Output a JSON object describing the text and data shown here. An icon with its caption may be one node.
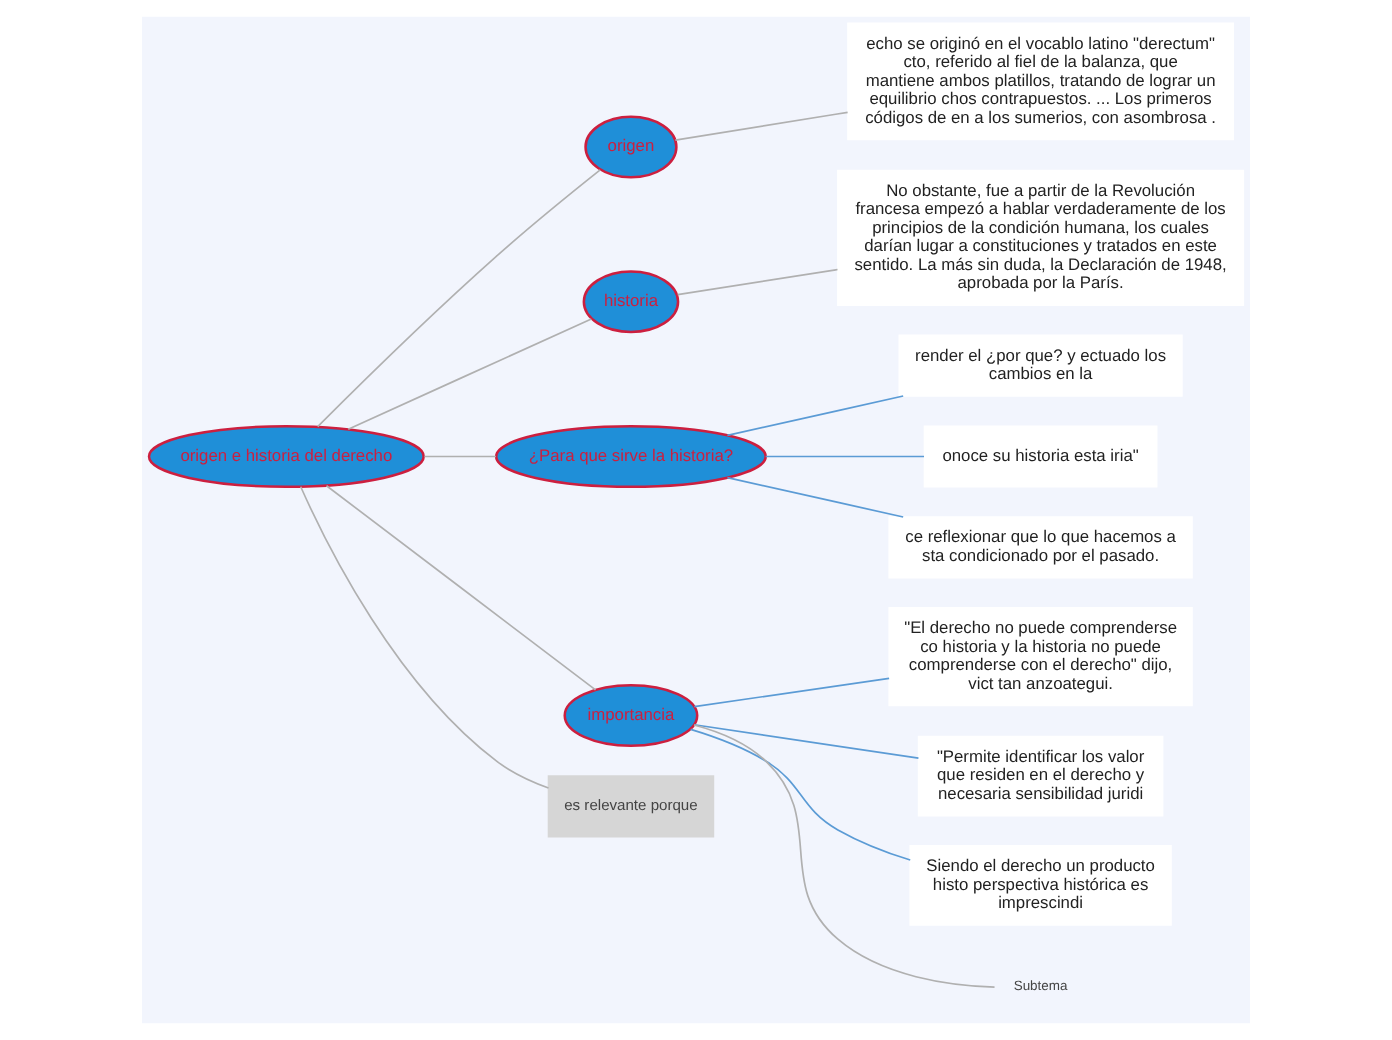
{
  "diagram": {
    "nodes": [
      {
        "text": [
          "origen e historia del derecho"
        ]
      },
      {
        "text": [
          "origen"
        ]
      },
      {
        "text": [
          "echo se originó en el vocablo latino \"derectum\" cto, referido al fiel de la balanza, que mantiene ambos platillos, tratando de lograr un equilibrio chos contrapuestos. ... Los primeros códigos de en a los sumerios, con asombrosa ."
        ]
      },
      {
        "text": [
          "historia"
        ]
      },
      {
        "text": [
          "No obstante, fue a partir de la Revolución francesa empezó a hablar verdaderamente de los principios de la condición humana, los cuales darían lugar a constituciones y tratados en este sentido. La más sin duda, la Declaración de 1948, aprobada por la París."
        ]
      },
      {
        "text": [
          "¿Para que sirve la historia?"
        ]
      },
      {
        "text": [
          "render el ¿por que? y ectuado los cambios en la"
        ]
      },
      {
        "text": [
          "onoce su historia esta iria\""
        ]
      },
      {
        "text": [
          "ce reflexionar que lo que hacemos a sta condicionado por el pasado."
        ]
      },
      {
        "text": [
          "importancia"
        ]
      },
      {
        "text": [
          "\"El derecho no puede comprenderse co historia y la historia no puede comprenderse con el derecho\" dijo, vict tan anzoategui."
        ]
      },
      {
        "text": [
          "\"Permite identificar los valor que residen en el derecho y necesaria sensibilidad juridi"
        ]
      },
      {
        "text": [
          "Siendo el derecho un producto histo perspectiva histórica es imprescindi"
        ]
      },
      {
        "text": [
          "Subtema"
        ]
      },
      {
        "text": [
          "es relevante porque"
        ]
      }
    ],
    "edges": [
      {
        "from": 0,
        "to": 1,
        "arrow": "none"
      },
      {
        "from": 1,
        "to": 2,
        "arrow": "none"
      },
      {
        "from": 0,
        "to": 3,
        "arrow": "none"
      },
      {
        "from": 3,
        "to": 4,
        "arrow": "none"
      },
      {
        "from": 0,
        "to": 5,
        "arrow": "none"
      },
      {
        "from": 5,
        "to": 6,
        "arrow": "none",
        "color": "#5b9bd5"
      },
      {
        "from": 5,
        "to": 7,
        "arrow": "none",
        "color": "#5b9bd5"
      },
      {
        "from": 5,
        "to": 8,
        "arrow": "none",
        "color": "#5b9bd5"
      },
      {
        "from": 0,
        "to": 9,
        "arrow": "none"
      },
      {
        "from": 9,
        "to": 10,
        "arrow": "none",
        "color": "#5b9bd5"
      },
      {
        "from": 9,
        "to": 11,
        "arrow": "none",
        "color": "#5b9bd5"
      },
      {
        "from": 9,
        "to": 12,
        "arrow": "none",
        "color": "#5b9bd5"
      },
      {
        "from": 9,
        "to": 13,
        "arrow": "none"
      },
      {
        "from": 0,
        "to": 14,
        "arrow": "none"
      }
    ]
  }
}
